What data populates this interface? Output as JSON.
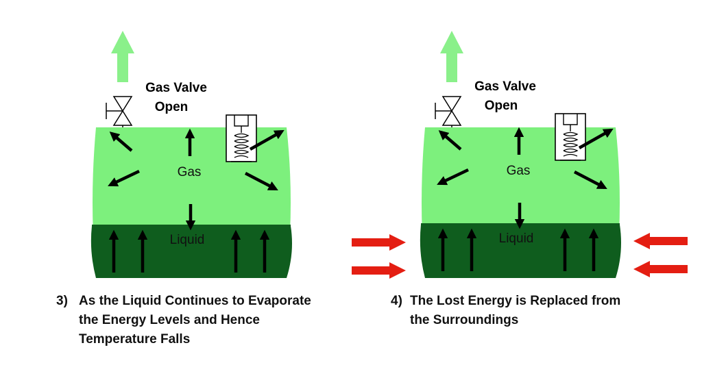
{
  "colors": {
    "gas": "#7df07d",
    "liquid": "#0f5d1e",
    "arrow_out": "#8af08a",
    "heat_arrow": "#e41e12",
    "ink": "#000000"
  },
  "panels": [
    {
      "valve_label_1": "Gas Valve",
      "valve_label_2": "Open",
      "gas_label": "Gas",
      "liquid_label": "Liquid",
      "caption_number": "3)",
      "caption_lines": [
        "As the Liquid Continues to Evaporate",
        "the Energy Levels and Hence",
        "Temperature Falls"
      ]
    },
    {
      "valve_label_1": "Gas Valve",
      "valve_label_2": "Open",
      "gas_label": "Gas",
      "liquid_label": "Liquid",
      "caption_number": "4)",
      "caption_lines": [
        "The Lost Energy is Replaced from",
        "the Surroundings"
      ]
    }
  ],
  "icons": {
    "out_arrow": "up-arrow-icon",
    "valve": "gas-valve-icon",
    "relief_valve": "relief-valve-icon",
    "heat_arrow": "heat-arrow-icon"
  }
}
